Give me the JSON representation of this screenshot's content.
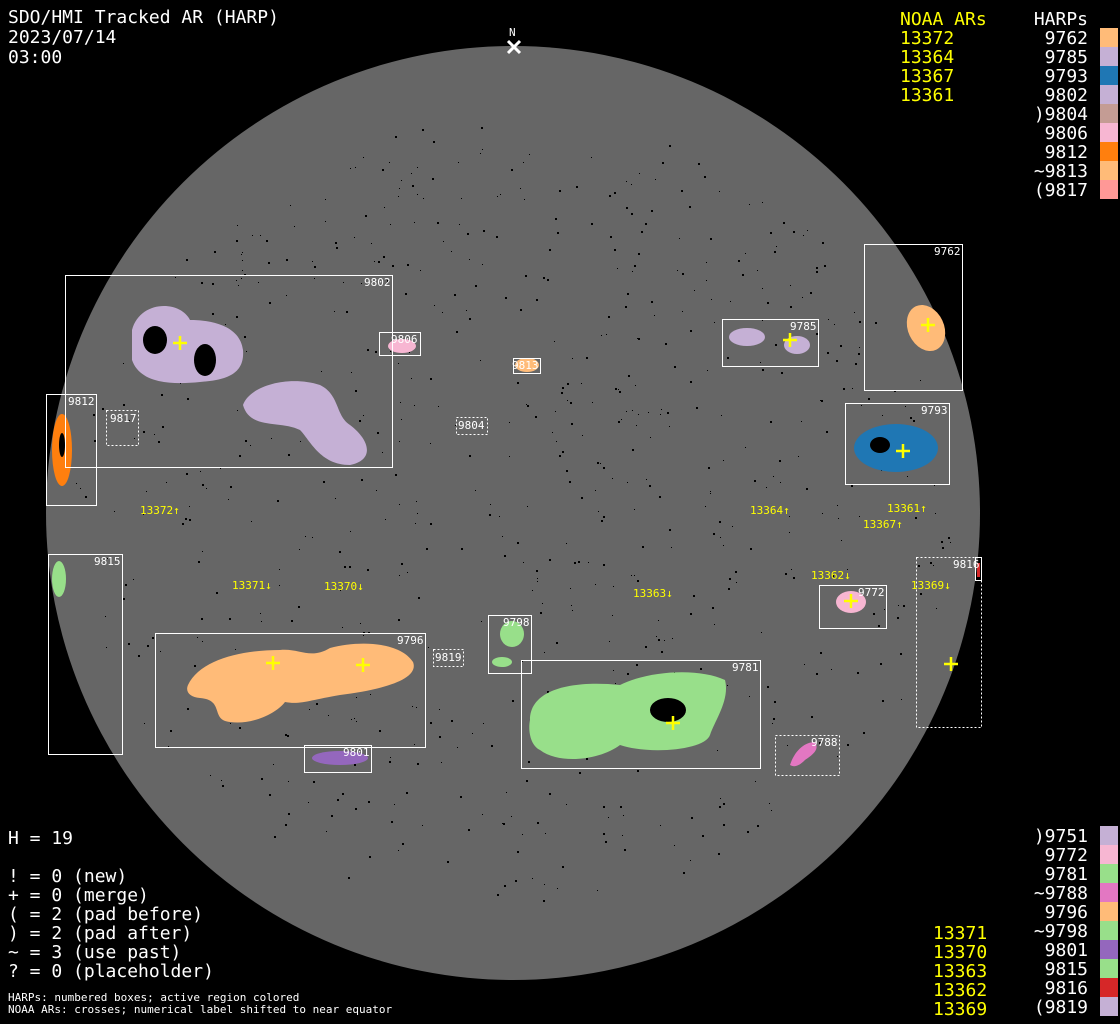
{
  "header": {
    "title": "SDO/HMI Tracked AR (HARP)",
    "date": "2023/07/14",
    "time": "03:00"
  },
  "north_label": "N",
  "top_right": {
    "noaa_heading": "NOAA ARs",
    "harp_heading": "HARPs",
    "noaa": [
      "13372",
      "13364",
      "13367",
      "13361"
    ],
    "harps": [
      {
        "label": "9762",
        "color": "#ffbb78"
      },
      {
        "label": "9785",
        "color": "#c5b0d5"
      },
      {
        "label": "9793",
        "color": "#1f77b4"
      },
      {
        "label": "9802",
        "color": "#c5b0d5"
      },
      {
        "label": ")9804",
        "color": "#c49c94"
      },
      {
        "label": "9806",
        "color": "#f7b6d2"
      },
      {
        "label": "9812",
        "color": "#ff7f0e"
      },
      {
        "label": "~9813",
        "color": "#ffbb78"
      },
      {
        "label": "(9817",
        "color": "#ff9896"
      }
    ]
  },
  "bottom_right": {
    "noaa": [
      "13371",
      "13370",
      "13363",
      "13362",
      "13369"
    ],
    "harps": [
      {
        "label": ")9751",
        "color": "#c5b0d5"
      },
      {
        "label": "9772",
        "color": "#f7b6d2"
      },
      {
        "label": "9781",
        "color": "#98df8a"
      },
      {
        "label": "~9788",
        "color": "#e377c2"
      },
      {
        "label": "9796",
        "color": "#ffbb78"
      },
      {
        "label": "~9798",
        "color": "#98df8a"
      },
      {
        "label": "9801",
        "color": "#9467bd"
      },
      {
        "label": "9815",
        "color": "#98df8a"
      },
      {
        "label": "9816",
        "color": "#d62728"
      },
      {
        "label": "(9819",
        "color": "#c5b0d5"
      }
    ]
  },
  "legend": {
    "h": "H = 19",
    "lines": [
      "! = 0 (new)",
      "+ = 0 (merge)",
      "( = 2 (pad before)",
      ") = 2 (pad after)",
      "~ = 3 (use past)",
      "? = 0 (placeholder)"
    ]
  },
  "footnote": [
    "HARPs: numbered boxes; active region colored",
    "NOAA ARs: crosses; numerical label shifted to near equator"
  ],
  "disk": {
    "harp_boxes": {
      "b9802": "9802",
      "b9806": "9806",
      "b9813": "9813",
      "b9804": "9804",
      "b9817": "9817",
      "b9812": "9812",
      "b9785": "9785",
      "b9762": "9762",
      "b9793": "9793",
      "b9815": "9815",
      "b9796": "9796",
      "b9819": "9819",
      "b9798": "9798",
      "b9781": "9781",
      "b9801": "9801",
      "b9788": "9788",
      "b9772": "9772",
      "b9816": "9816"
    },
    "noaa_labels": {
      "n13372": "13372↑",
      "n13364": "13364↑",
      "n13361": "13361↑",
      "n13367": "13367↑",
      "n13371": "13371↓",
      "n13370": "13370↓",
      "n13363": "13363↓",
      "n13362": "13362↓",
      "n13369": "13369↓"
    }
  }
}
